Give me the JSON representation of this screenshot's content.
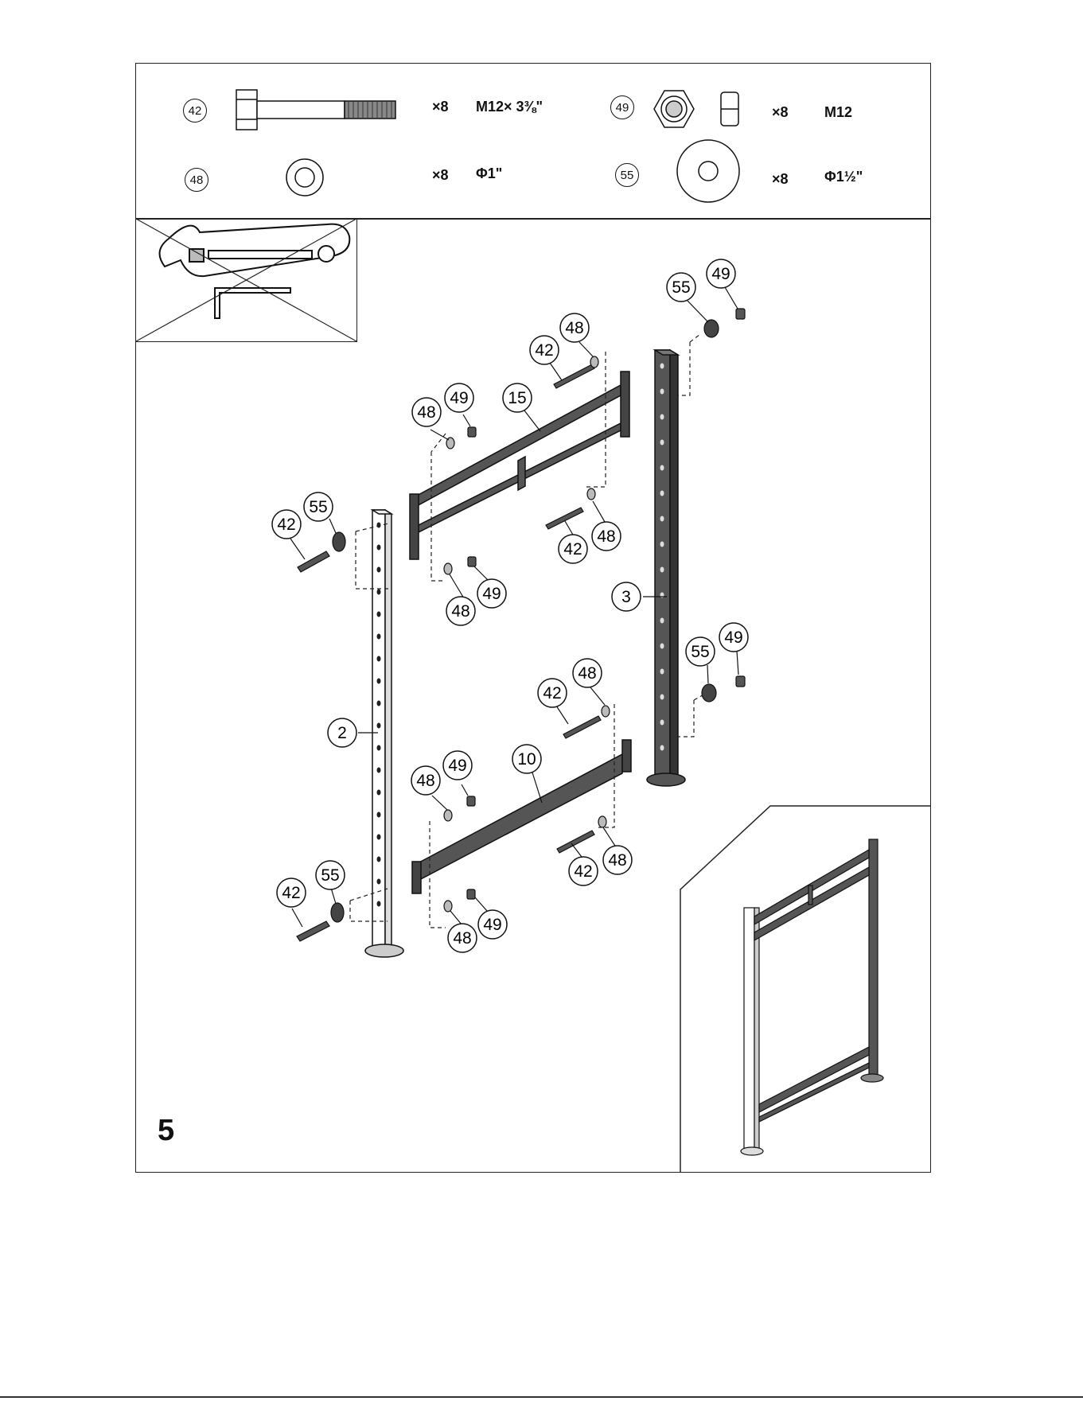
{
  "hardware": [
    {
      "num": "42",
      "qty": "×8",
      "spec": "M12× 3⅜\"",
      "icon": "hex-bolt-icon"
    },
    {
      "num": "49",
      "qty": "×8",
      "spec": "M12",
      "icon": "hex-nut-icon"
    },
    {
      "num": "48",
      "qty": "×8",
      "spec": "Φ1\"",
      "icon": "small-washer-icon"
    },
    {
      "num": "55",
      "qty": "×8",
      "spec": "Φ1½\"",
      "icon": "large-washer-icon"
    }
  ],
  "tools": {
    "icons": [
      "adjustable-wrench-icon",
      "allen-key-icon"
    ],
    "crossed_out": true
  },
  "step_number": "5",
  "parts": [
    {
      "num": "2",
      "name": "upright-left"
    },
    {
      "num": "3",
      "name": "upright-right"
    },
    {
      "num": "15",
      "name": "top-crossmember"
    },
    {
      "num": "10",
      "name": "bottom-crossmember"
    }
  ],
  "callouts": [
    "55",
    "49",
    "42",
    "48",
    "48",
    "49",
    "15",
    "55",
    "42",
    "42",
    "48",
    "48",
    "49",
    "3",
    "55",
    "49",
    "42",
    "48",
    "2",
    "48",
    "49",
    "10",
    "42",
    "48",
    "42",
    "55",
    "48",
    "49"
  ]
}
